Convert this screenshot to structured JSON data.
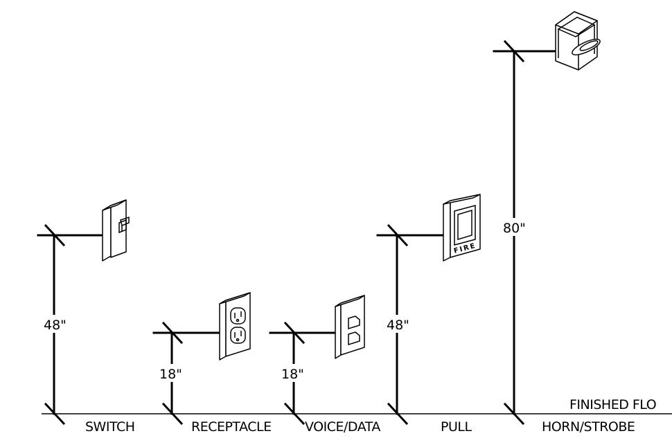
{
  "floor_label": "FINISHED FLO",
  "devices": [
    {
      "id": "switch",
      "label": "SWITCH",
      "height": "48\""
    },
    {
      "id": "receptacle",
      "label": "RECEPTACLE",
      "height": "18\""
    },
    {
      "id": "voice-data",
      "label": "VOICE/DATA",
      "height": "18\""
    },
    {
      "id": "pull",
      "label": "PULL",
      "height": "48\"",
      "device_text": "FIRE"
    },
    {
      "id": "horn-strobe",
      "label": "HORN/STROBE",
      "height": "80\""
    }
  ]
}
